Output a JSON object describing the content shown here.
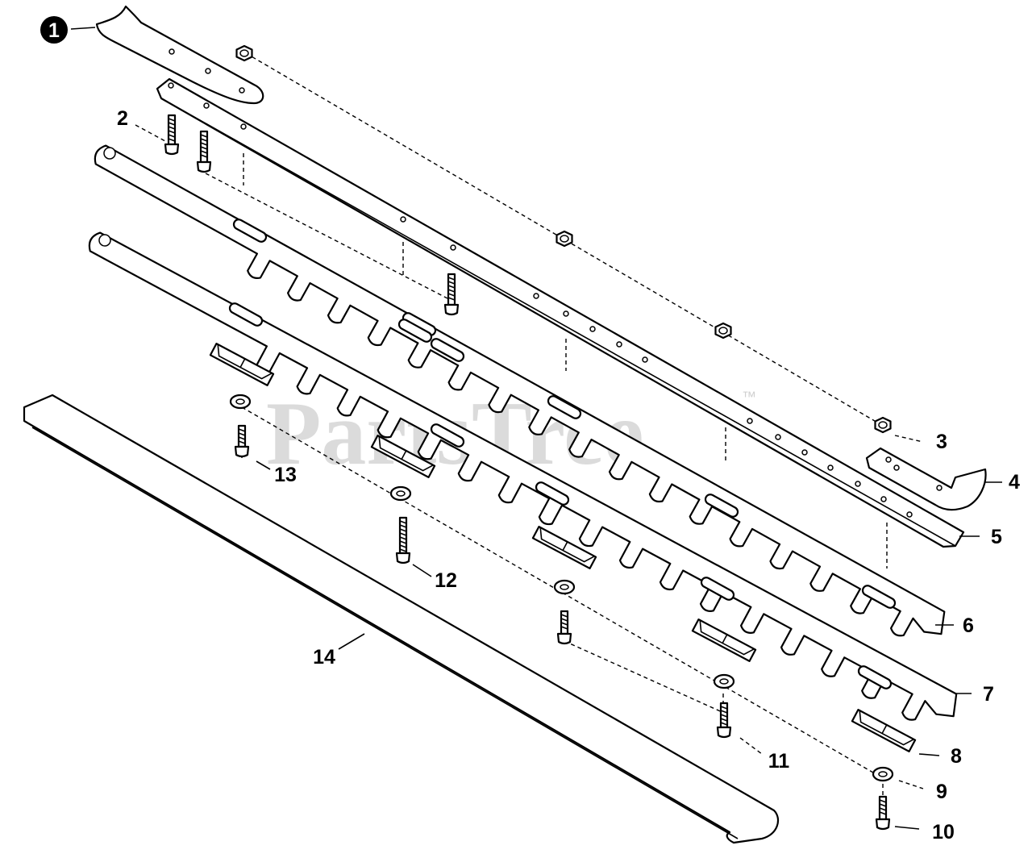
{
  "watermark": {
    "text": "PartsTree",
    "trademark": "™"
  },
  "callouts": [
    {
      "id": "1",
      "label": "1",
      "filled": true
    },
    {
      "id": "2",
      "label": "2"
    },
    {
      "id": "3",
      "label": "3"
    },
    {
      "id": "4",
      "label": "4"
    },
    {
      "id": "5",
      "label": "5"
    },
    {
      "id": "6",
      "label": "6"
    },
    {
      "id": "7",
      "label": "7"
    },
    {
      "id": "8",
      "label": "8"
    },
    {
      "id": "9",
      "label": "9"
    },
    {
      "id": "10",
      "label": "10"
    },
    {
      "id": "11",
      "label": "11"
    },
    {
      "id": "12",
      "label": "12"
    },
    {
      "id": "13",
      "label": "13"
    },
    {
      "id": "14",
      "label": "14"
    }
  ]
}
